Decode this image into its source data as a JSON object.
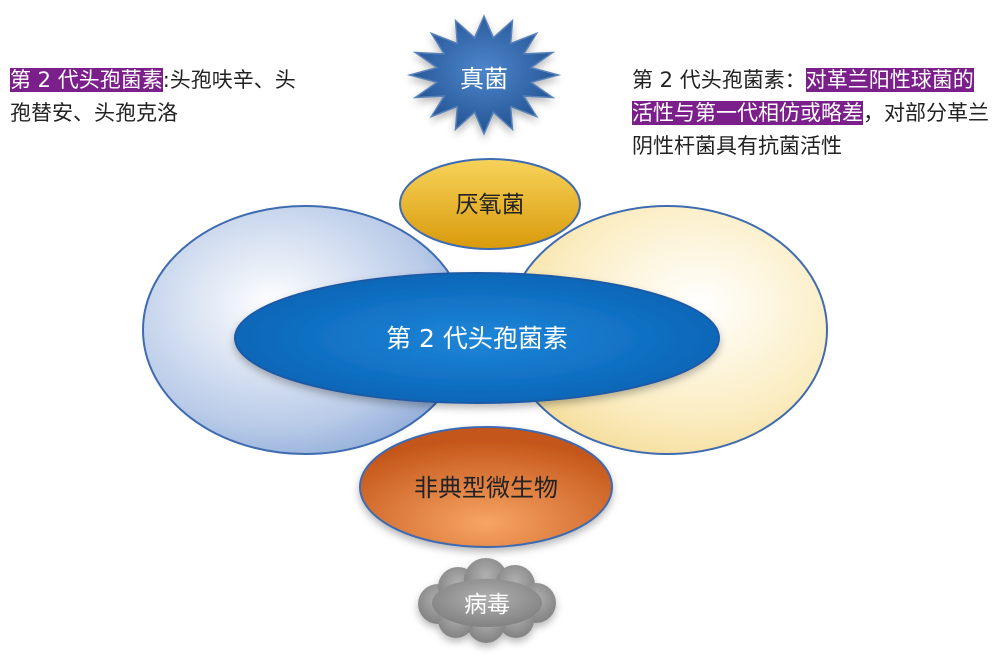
{
  "diagram": {
    "fungi_label": "真菌",
    "anaerobe_label": "厌氧菌",
    "center_label": "第 2 代头孢菌素",
    "atypical_label": "非典型微生物",
    "virus_label": "病毒"
  },
  "notes": {
    "left_highlight": "第 2 代头孢菌素",
    "left_text": ":头孢呋辛、头孢替安、头孢克洛",
    "right_prefix": "第 2 代头孢菌素：",
    "right_highlight": "对革兰阳性球菌的活性与第一代相仿或略差",
    "right_suffix": "，对部分革兰阴性杆菌具有抗菌活性"
  },
  "colors": {
    "highlight": "#7b1f8a",
    "center_blue": "#0a6cc0",
    "star_blue": "#2f5f9c",
    "anaerobe_gold": "#e8b417",
    "atypical_orange": "#d96b1d",
    "virus_gray": "#8c8c8c"
  }
}
